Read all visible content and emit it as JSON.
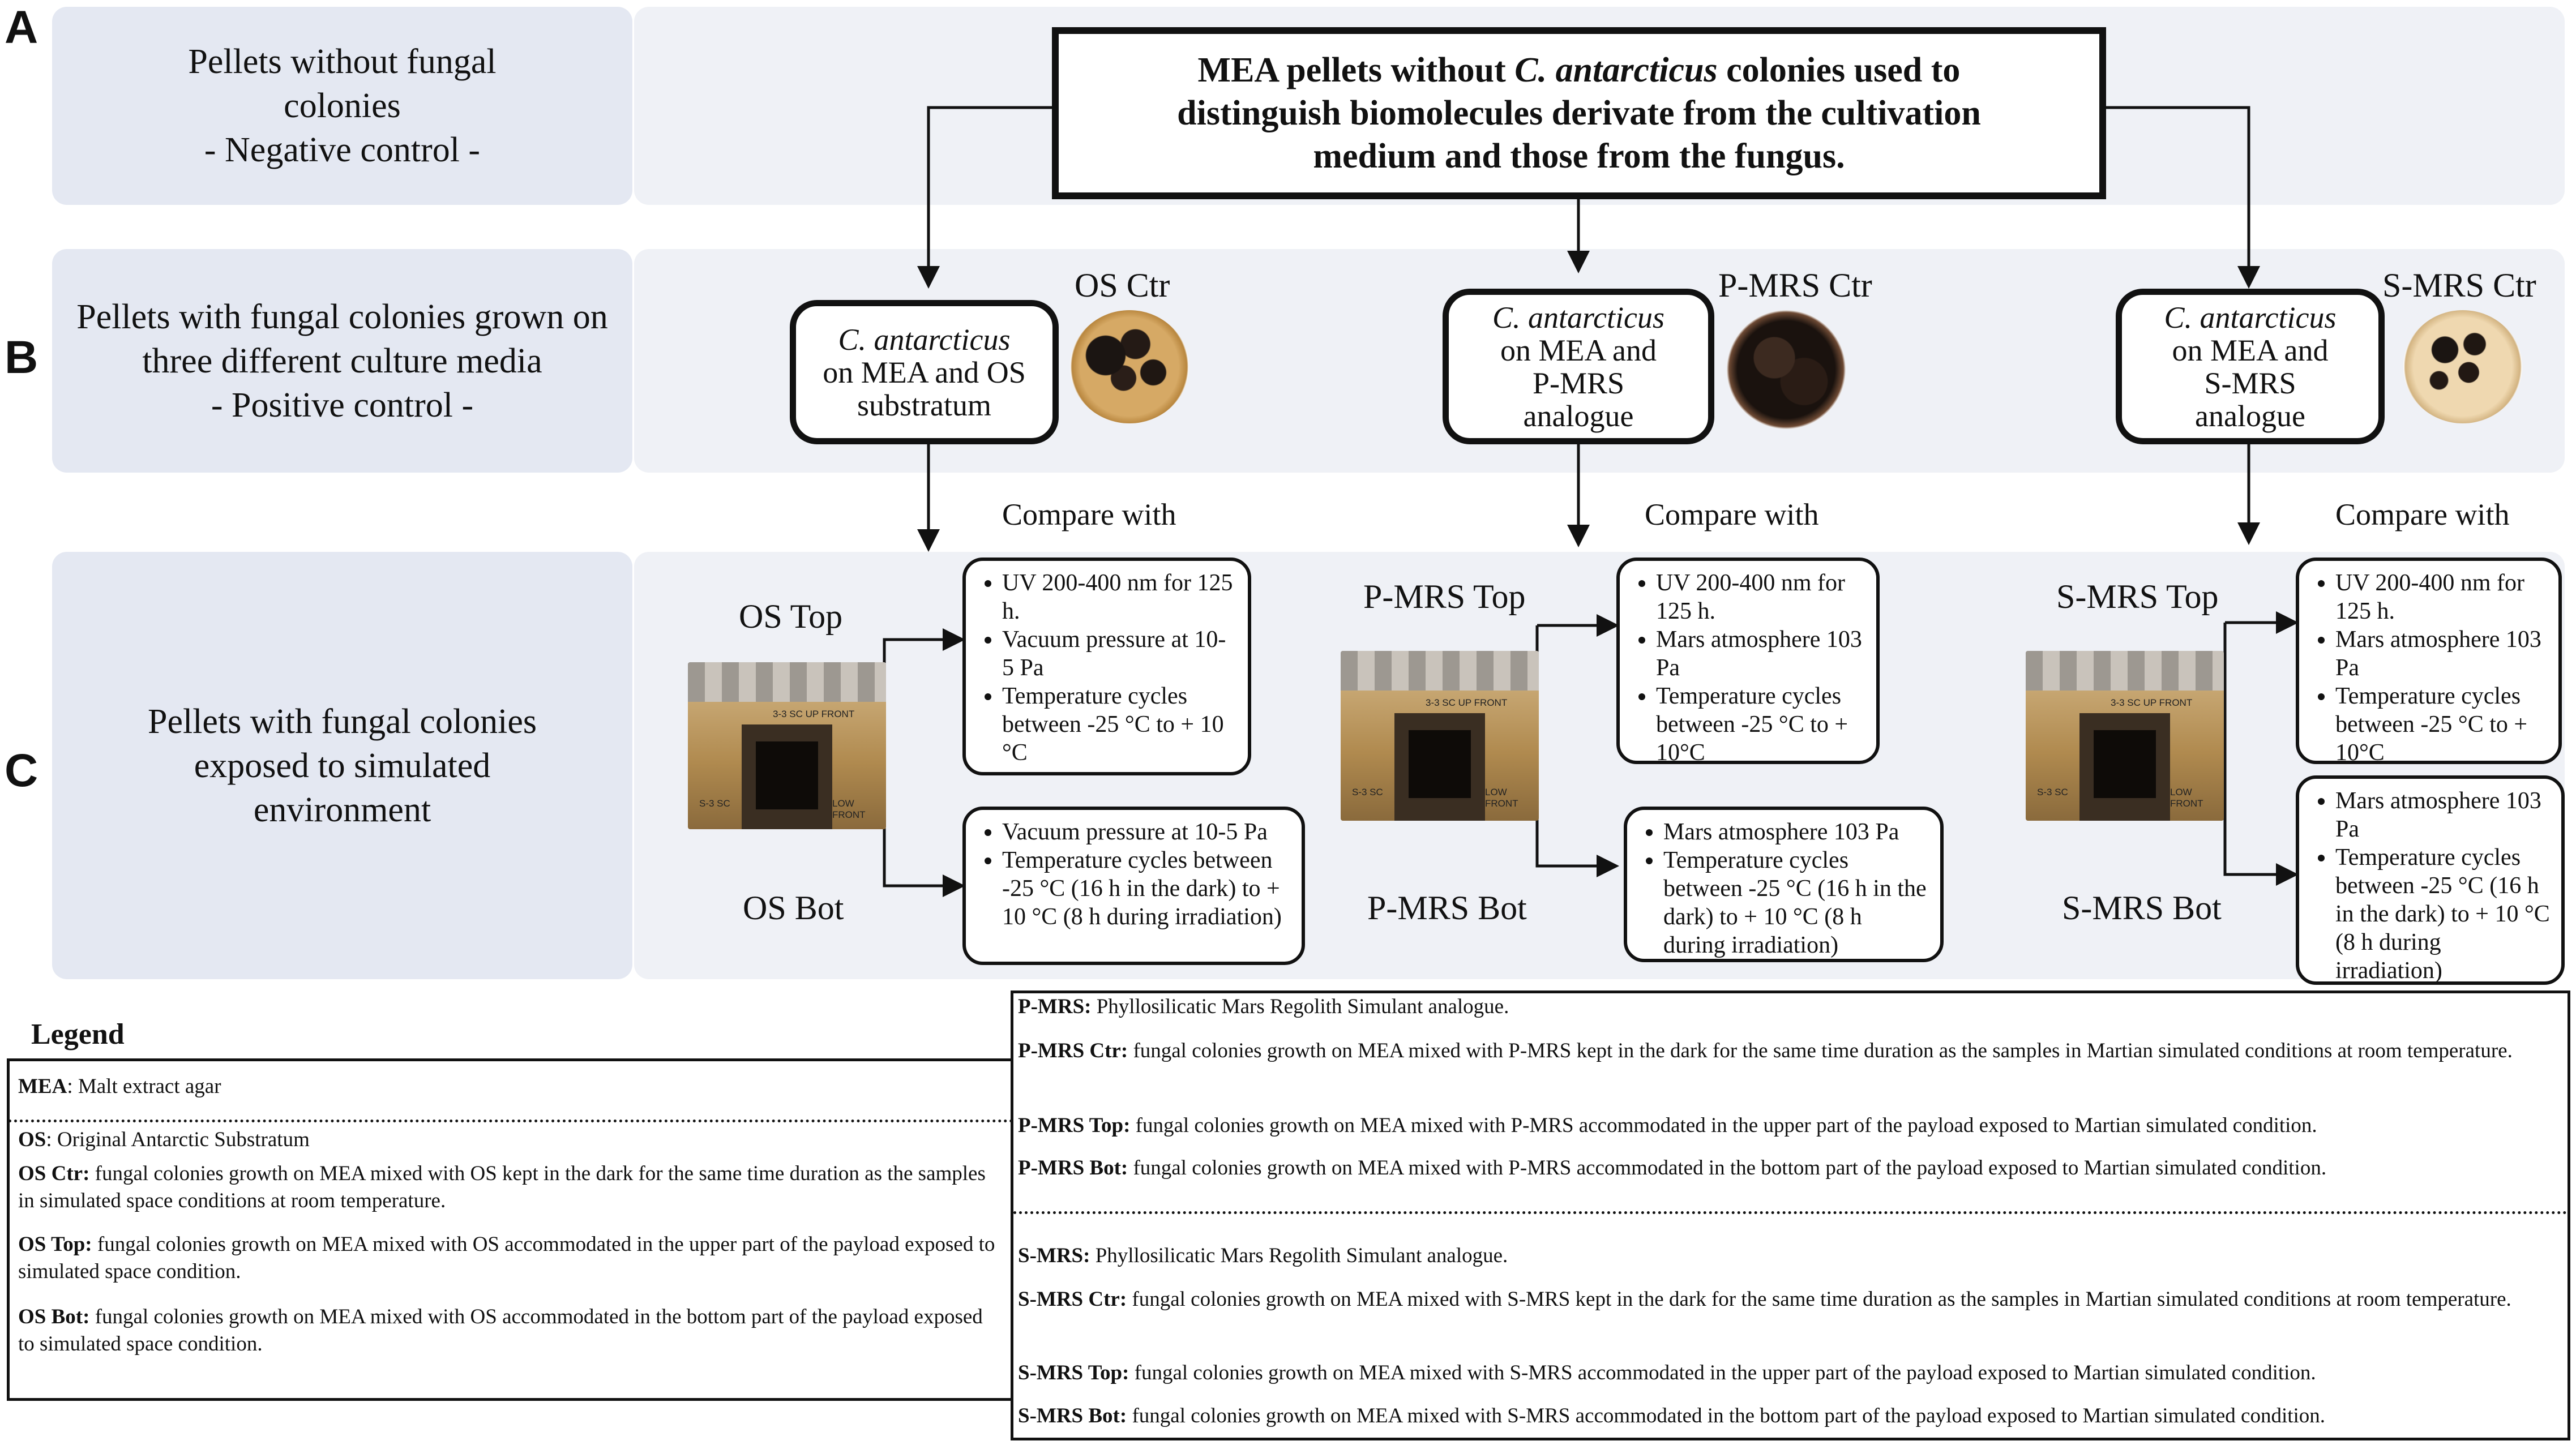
{
  "rows": {
    "a": {
      "letter": "A",
      "label": [
        "Pellets without fungal",
        "colonies",
        "- Negative  control -"
      ]
    },
    "b": {
      "letter": "B",
      "label": [
        "Pellets with fungal colonies grown on",
        "three different culture media",
        "- Positive  control -"
      ]
    },
    "c": {
      "letter": "C",
      "label": [
        "Pellets with fungal colonies",
        "exposed to simulated",
        "environment"
      ]
    }
  },
  "top_box": {
    "line1_pre": "MEA pellets without ",
    "line1_italic": "C. antarcticus",
    "line1_post": " colonies used to",
    "line2": "distinguish biomolecules derivate from the cultivation",
    "line3": "medium and those from the fungus."
  },
  "strains": [
    {
      "ctrl": "OS Ctr",
      "species": "C. antarcticus",
      "l2": "on MEA and OS",
      "l3": "substratum",
      "l4": "",
      "compare": "Compare with",
      "top": "OS Top",
      "bot": "OS Bot",
      "top_items": [
        "UV 200-400 nm for 125 h.",
        "Vacuum pressure at 10-5 Pa",
        "Temperature cycles between -25 °C to + 10 °C"
      ],
      "bot_items": [
        "Vacuum pressure at 10-5 Pa",
        "Temperature cycles between   -25 °C (16 h in the dark)  to + 10 °C (8 h during irradiation)"
      ]
    },
    {
      "ctrl": "P-MRS Ctr",
      "species": "C. antarcticus",
      "l2": "on MEA and",
      "l3": "P-MRS",
      "l4": "analogue",
      "compare": "Compare with",
      "top": "P-MRS Top",
      "bot": "P-MRS Bot",
      "top_items": [
        "UV 200-400 nm for 125 h.",
        "Mars atmosphere 103 Pa",
        "Temperature cycles between -25 °C to + 10°C"
      ],
      "bot_items": [
        "Mars atmosphere 103 Pa",
        "Temperature cycles between   -25 °C (16 h in the dark)  to + 10 °C (8 h during irradiation)"
      ]
    },
    {
      "ctrl": "S-MRS Ctr",
      "species": "C. antarcticus",
      "l2": "on MEA and",
      "l3": "S-MRS",
      "l4": "analogue",
      "compare": "Compare with",
      "top": "S-MRS Top",
      "bot": "S-MRS Bot",
      "top_items": [
        "UV 200-400 nm for 125 h.",
        "Mars atmosphere 103 Pa",
        "Temperature cycles between -25 °C to + 10°C"
      ],
      "bot_items": [
        "Mars atmosphere 103 Pa",
        "Temperature cycles between   -25 °C (16 h in the dark)  to + 10 °C (8 h during irradiation)"
      ]
    }
  ],
  "legend": {
    "title": "Legend",
    "left": [
      {
        "term": "MEA",
        "sep": ": ",
        "text": "Malt extract agar"
      },
      {
        "term": "OS",
        "sep": ": ",
        "text": "Original Antarctic Substratum"
      },
      {
        "term": "OS Ctr:",
        "sep": " ",
        "text": "fungal colonies growth on MEA mixed with OS kept in the dark for the same time duration as the samples in simulated space conditions at room temperature."
      },
      {
        "term": "OS Top:",
        "sep": "  ",
        "text": "fungal colonies growth on MEA mixed with OS accommodated in the upper part of the payload exposed to simulated space condition."
      },
      {
        "term": "OS Bot:",
        "sep": "  ",
        "text": "fungal colonies growth on MEA mixed with OS accommodated in the bottom part of the payload exposed to simulated space condition."
      }
    ],
    "right": [
      {
        "term": "P-MRS:",
        "sep": " ",
        "text": "Phyllosilicatic Mars Regolith Simulant analogue."
      },
      {
        "term": "P-MRS Ctr:",
        "sep": " ",
        "text": "fungal colonies growth on MEA mixed with P-MRS kept in the dark for the same time duration as the samples in Martian simulated conditions at room temperature."
      },
      {
        "term": "P-MRS Top:",
        "sep": "  ",
        "text": "fungal colonies growth on MEA mixed with P-MRS accommodated in the upper part of the payload exposed to Martian simulated condition."
      },
      {
        "term": "P-MRS Bot:",
        "sep": "  ",
        "text": "fungal colonies growth on MEA mixed with P-MRS accommodated in the bottom part of the payload exposed to Martian simulated condition."
      },
      {
        "term": "S-MRS:",
        "sep": " ",
        "text": "Phyllosilicatic Mars Regolith Simulant analogue."
      },
      {
        "term": "S-MRS Ctr:",
        "sep": " ",
        "text": "fungal colonies growth on MEA mixed with S-MRS kept in the dark for the same time duration as the samples in Martian simulated conditions at room temperature."
      },
      {
        "term": "S-MRS Top:",
        "sep": "  ",
        "text": "fungal colonies growth on MEA mixed with S-MRS accommodated in the upper part of the payload exposed to Martian simulated condition."
      },
      {
        "term": "S-MRS Bot:",
        "sep": "  ",
        "text": "fungal colonies growth on MEA mixed with S-MRS accommodated in the bottom part of the payload exposed to Martian simulated condition."
      }
    ]
  },
  "hardware_labels": [
    "3-3 SC UP FRONT",
    "S-3 SC",
    "LOW FRONT"
  ]
}
